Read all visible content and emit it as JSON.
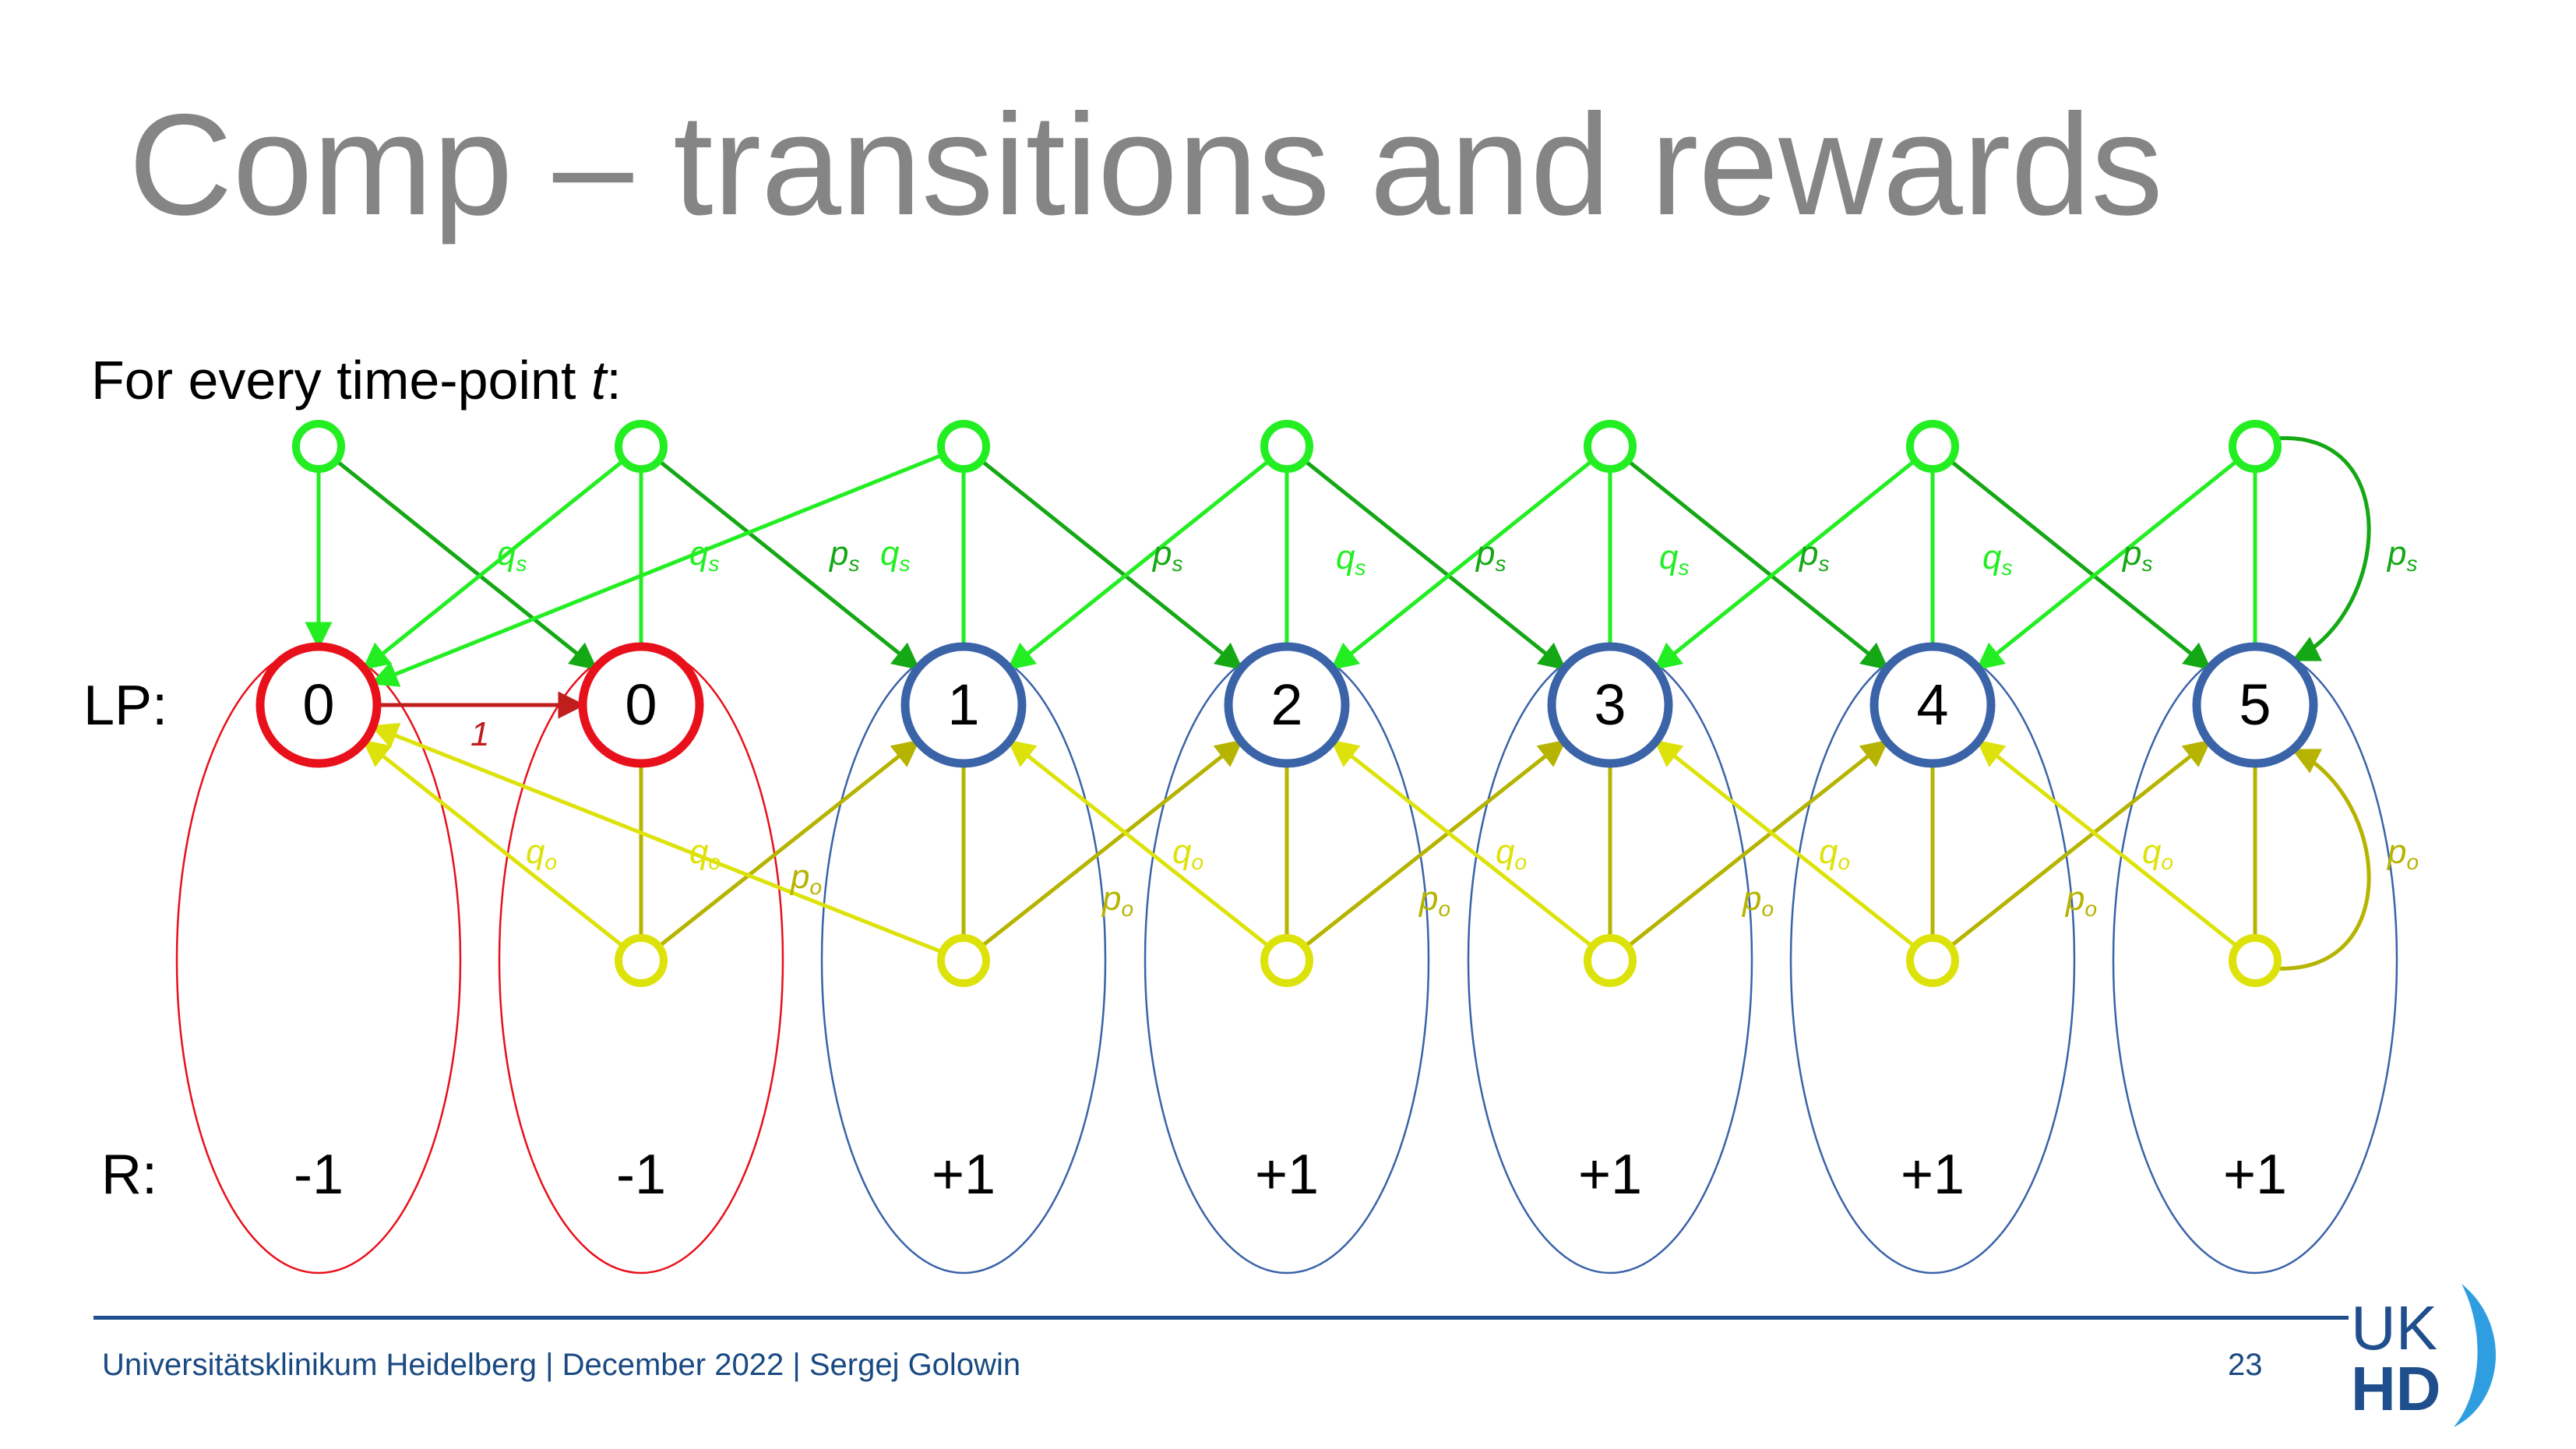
{
  "title": "Comp – transitions and rewards",
  "prompt": {
    "before": "For every time-point ",
    "var": "t",
    "after": ":"
  },
  "row_labels": {
    "lp": "LP:",
    "r": "R:"
  },
  "states": [
    {
      "label": "0",
      "reward": "-1",
      "group": "red"
    },
    {
      "label": "0",
      "reward": "-1",
      "group": "red"
    },
    {
      "label": "1",
      "reward": "+1",
      "group": "blue"
    },
    {
      "label": "2",
      "reward": "+1",
      "group": "blue"
    },
    {
      "label": "3",
      "reward": "+1",
      "group": "blue"
    },
    {
      "label": "4",
      "reward": "+1",
      "group": "blue"
    },
    {
      "label": "5",
      "reward": "+1",
      "group": "blue"
    }
  ],
  "special_edge_label": "1",
  "prob_labels": {
    "q": "q",
    "p": "p",
    "s_sub": "s",
    "o_sub": "o"
  },
  "colors": {
    "red": "#e8101a",
    "blue": "#3a63a8",
    "green_light": "#22ee22",
    "green_dark": "#15a815",
    "yellow_light": "#dde20a",
    "yellow_dark": "#b6b400",
    "dark_red": "#c01d1d",
    "footer": "#1a4a82"
  },
  "footer": {
    "text": "Universitätsklinikum Heidelberg | December 2022 | Sergej Golowin",
    "page": "23"
  },
  "logo": {
    "top": "UK",
    "bottom": "HD"
  }
}
